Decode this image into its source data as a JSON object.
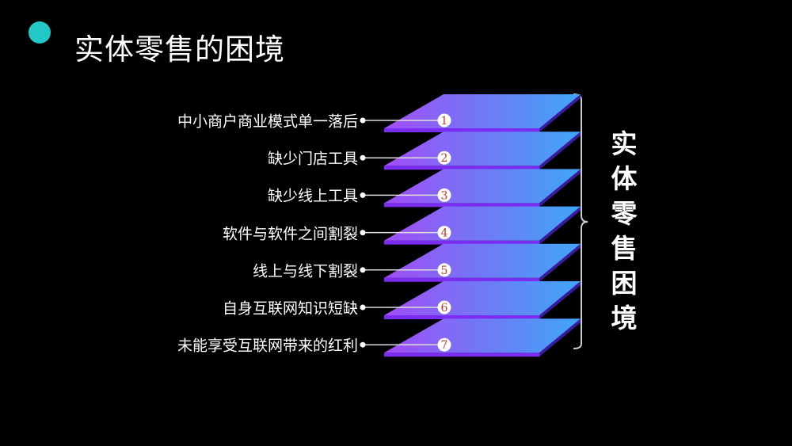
{
  "title": "实体零售的困境",
  "side_title": "实体零售困境",
  "items": [
    {
      "num": "1",
      "label": "中小商户商业模式单一落后"
    },
    {
      "num": "2",
      "label": "缺少门店工具"
    },
    {
      "num": "3",
      "label": "缺少线上工具"
    },
    {
      "num": "4",
      "label": "软件与软件之间割裂"
    },
    {
      "num": "5",
      "label": "线上与线下割裂"
    },
    {
      "num": "6",
      "label": "自身互联网知识短缺"
    },
    {
      "num": "7",
      "label": "未能享受互联网带来的红利"
    }
  ],
  "colors": {
    "accent": "#22c8c8",
    "layer_start": "#a24cf5",
    "layer_end": "#3fa6f7",
    "number": "#c0392b"
  }
}
